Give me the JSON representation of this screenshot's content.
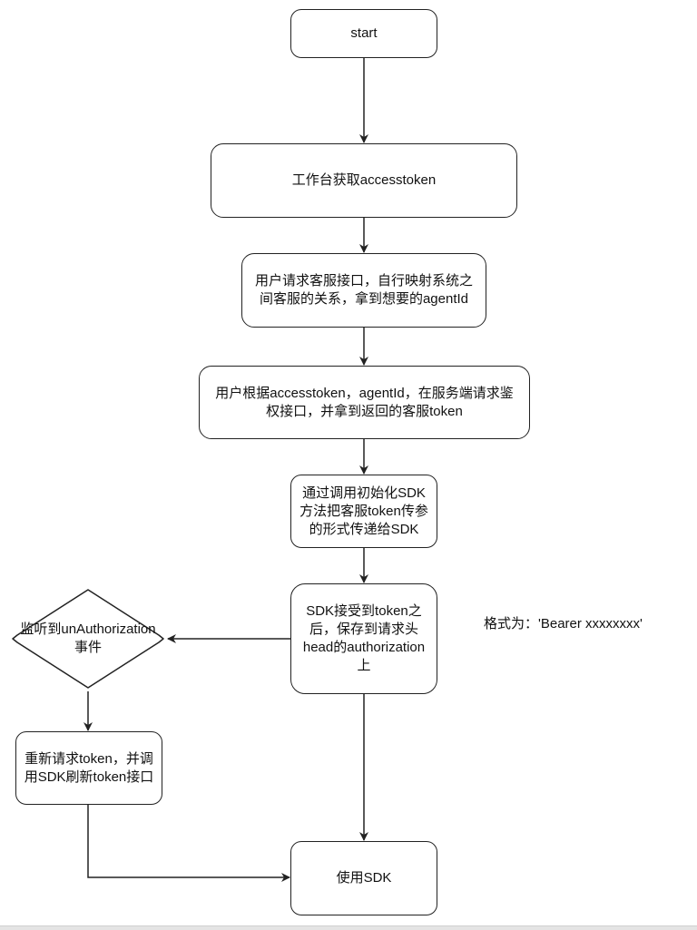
{
  "diagram": {
    "type": "flowchart",
    "nodes": {
      "start": "start",
      "get_token": "工作台获取accesstoken",
      "map_agent": "用户请求客服接口，自行映射系统之\n间客服的关系，拿到想要的agentId",
      "auth_request": "用户根据accesstoken，agentId，在服务端请求鉴\n权接口，并拿到返回的客服token",
      "init_sdk": "通过调用初始化SDK\n方法把客服token传参\n的形式传递给SDK",
      "save_header": "SDK接受到token之\n后，保存到请求头\nhead的authorization\n上",
      "listen_unauth": "监听到unAuthorization\n事件",
      "refresh_token": "重新请求token，并调\n用SDK刷新token接口",
      "use_sdk": "使用SDK"
    },
    "note": "格式为：'Bearer xxxxxxxx'",
    "edges": [
      {
        "from": "start",
        "to": "get_token"
      },
      {
        "from": "get_token",
        "to": "map_agent"
      },
      {
        "from": "map_agent",
        "to": "auth_request"
      },
      {
        "from": "auth_request",
        "to": "init_sdk"
      },
      {
        "from": "init_sdk",
        "to": "save_header"
      },
      {
        "from": "save_header",
        "to": "listen_unauth"
      },
      {
        "from": "save_header",
        "to": "use_sdk"
      },
      {
        "from": "listen_unauth",
        "to": "refresh_token"
      },
      {
        "from": "refresh_token",
        "to": "use_sdk"
      }
    ]
  }
}
